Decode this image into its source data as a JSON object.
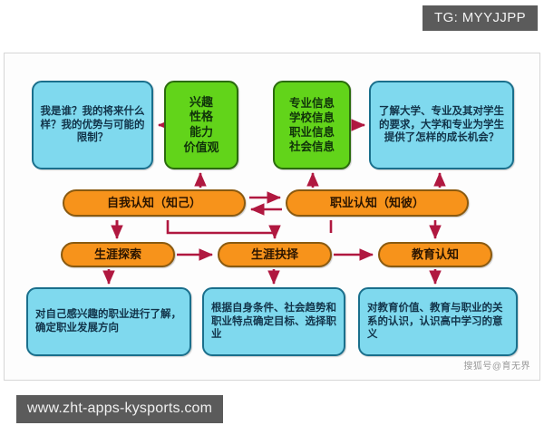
{
  "overlay": {
    "tag_label": "TG: MYYJJPP",
    "url_label": "www.zht-apps-kysports.com"
  },
  "diagram": {
    "watermark": "搜狐号@育无界",
    "colors": {
      "blue_fill": "#7fd9ee",
      "blue_stroke": "#1a6f8c",
      "green_fill": "#62d41a",
      "green_stroke": "#2a6b0d",
      "orange_fill": "#f7931b",
      "orange_stroke": "#8a5a10",
      "arrow": "#b01840",
      "panel_bg": "#fdfdfd",
      "chip_bg": "#5b5b5b"
    },
    "nodes": {
      "self_question": "我是谁？我的将来什么样？我的优势与可能的限制？",
      "traits": "兴趣\n性格\n能力\n价值观",
      "traits_lines": [
        "兴趣",
        "性格",
        "能力",
        "价值观"
      ],
      "information": "专业信息\n学校信息\n职业信息\n社会信息",
      "information_lines": [
        "专业信息",
        "学校信息",
        "职业信息",
        "社会信息"
      ],
      "university_question": "了解大学、专业及其对学生的要求，大学和专业为学生提供了怎样的成长机会？",
      "self_cognition": "自我认知（知己）",
      "vocational_cognition": "职业认知（知彼）",
      "career_exploration": "生涯探索",
      "career_decision": "生涯抉择",
      "education_cognition": "教育认知",
      "exploration_detail": "对自己感兴趣的职业进行了解，确定职业发展方向",
      "decision_detail": "根据自身条件、社会趋势和职业特点确定目标、选择职业",
      "education_detail": "对教育价值、教育与职业的关系的认识，认识高中学习的意义"
    }
  }
}
